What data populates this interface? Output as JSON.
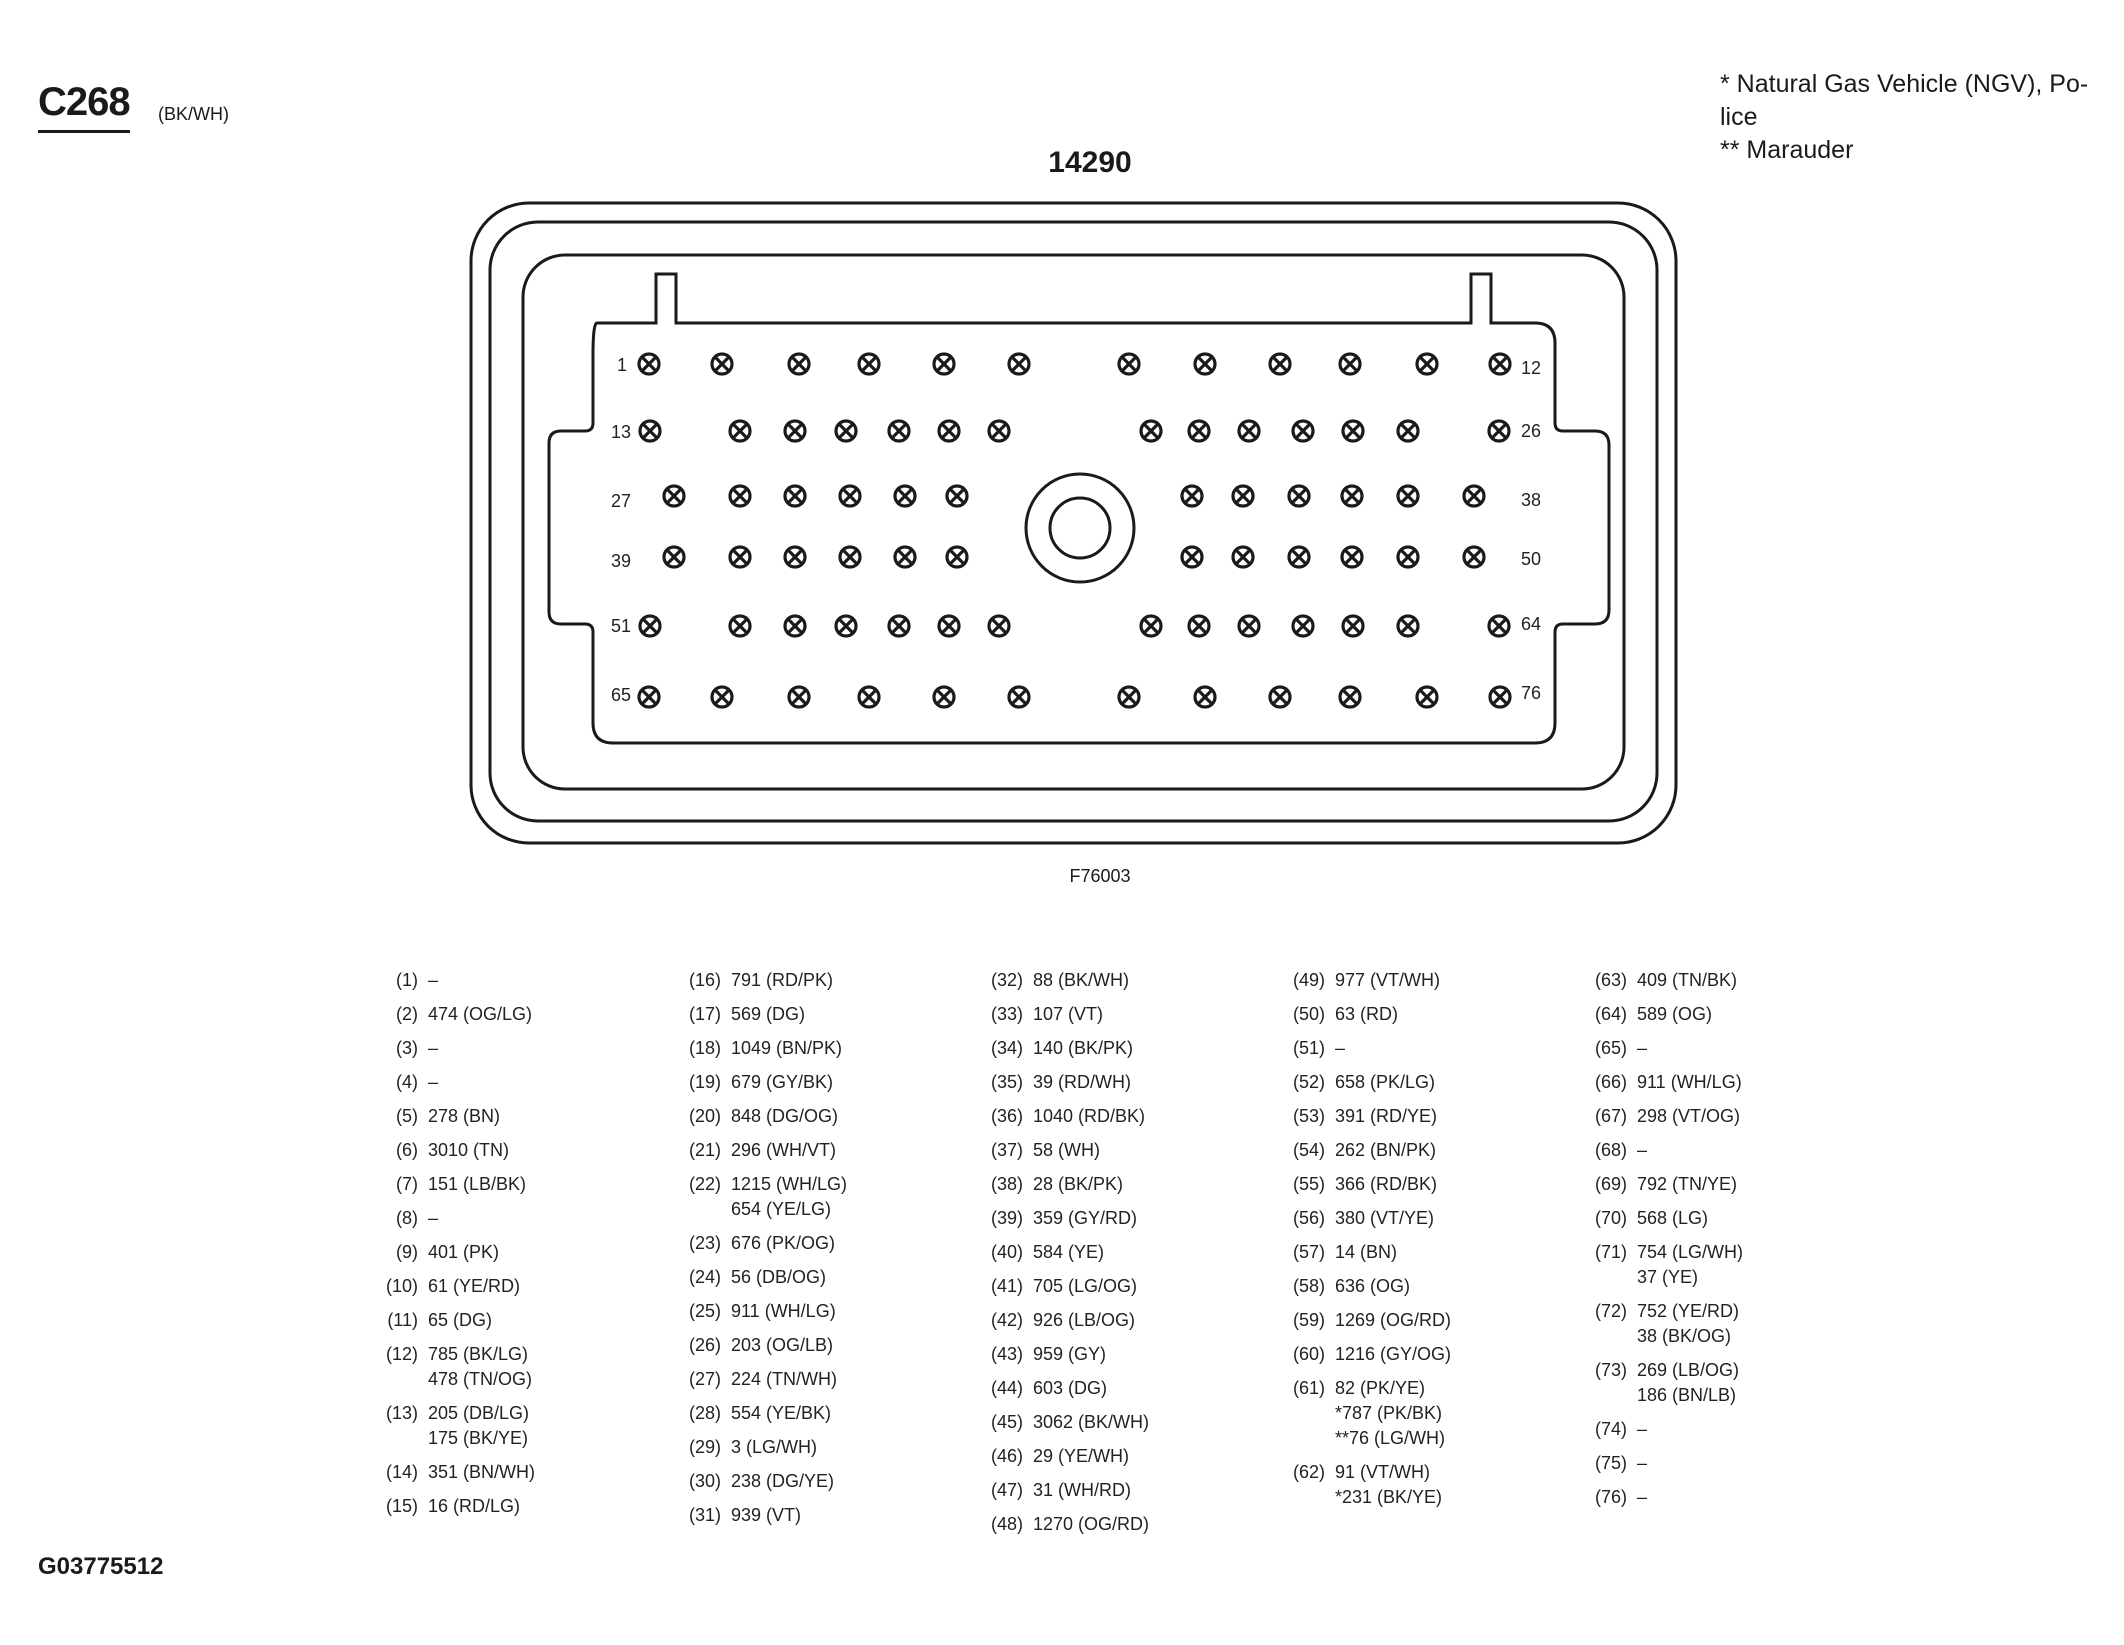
{
  "connector": {
    "code": "C268",
    "color": "(BK/WH)",
    "part_number": "14290",
    "figure_number": "F76003",
    "document_id": "G03775512",
    "footnotes": [
      "* Natural Gas Vehicle (NGV), Po-",
      "lice",
      "** Marauder"
    ],
    "pin_labels": [
      "1",
      "12",
      "13",
      "26",
      "27",
      "38",
      "39",
      "50",
      "51",
      "64",
      "65",
      "76"
    ],
    "outline_icon": "connector-face-outline",
    "pin_icon": "crossed-circle-terminal"
  },
  "pinout": [
    {
      "pin": "(1)",
      "circuits": [
        "–"
      ]
    },
    {
      "pin": "(2)",
      "circuits": [
        "474 (OG/LG)"
      ]
    },
    {
      "pin": "(3)",
      "circuits": [
        "–"
      ]
    },
    {
      "pin": "(4)",
      "circuits": [
        "–"
      ]
    },
    {
      "pin": "(5)",
      "circuits": [
        "278 (BN)"
      ]
    },
    {
      "pin": "(6)",
      "circuits": [
        "3010 (TN)"
      ]
    },
    {
      "pin": "(7)",
      "circuits": [
        "151 (LB/BK)"
      ]
    },
    {
      "pin": "(8)",
      "circuits": [
        "–"
      ]
    },
    {
      "pin": "(9)",
      "circuits": [
        "401 (PK)"
      ]
    },
    {
      "pin": "(10)",
      "circuits": [
        "61 (YE/RD)"
      ]
    },
    {
      "pin": "(11)",
      "circuits": [
        "65 (DG)"
      ]
    },
    {
      "pin": "(12)",
      "circuits": [
        "785 (BK/LG)",
        "478 (TN/OG)"
      ]
    },
    {
      "pin": "(13)",
      "circuits": [
        "205 (DB/LG)",
        "175 (BK/YE)"
      ]
    },
    {
      "pin": "(14)",
      "circuits": [
        "351 (BN/WH)"
      ]
    },
    {
      "pin": "(15)",
      "circuits": [
        "16 (RD/LG)"
      ]
    },
    {
      "pin": "(16)",
      "circuits": [
        "791 (RD/PK)"
      ]
    },
    {
      "pin": "(17)",
      "circuits": [
        "569 (DG)"
      ]
    },
    {
      "pin": "(18)",
      "circuits": [
        "1049 (BN/PK)"
      ]
    },
    {
      "pin": "(19)",
      "circuits": [
        "679 (GY/BK)"
      ]
    },
    {
      "pin": "(20)",
      "circuits": [
        "848 (DG/OG)"
      ]
    },
    {
      "pin": "(21)",
      "circuits": [
        "296 (WH/VT)"
      ]
    },
    {
      "pin": "(22)",
      "circuits": [
        "1215 (WH/LG)",
        "654 (YE/LG)"
      ]
    },
    {
      "pin": "(23)",
      "circuits": [
        "676 (PK/OG)"
      ]
    },
    {
      "pin": "(24)",
      "circuits": [
        "56 (DB/OG)"
      ]
    },
    {
      "pin": "(25)",
      "circuits": [
        "911 (WH/LG)"
      ]
    },
    {
      "pin": "(26)",
      "circuits": [
        "203 (OG/LB)"
      ]
    },
    {
      "pin": "(27)",
      "circuits": [
        "224 (TN/WH)"
      ]
    },
    {
      "pin": "(28)",
      "circuits": [
        "554 (YE/BK)"
      ]
    },
    {
      "pin": "(29)",
      "circuits": [
        "3 (LG/WH)"
      ]
    },
    {
      "pin": "(30)",
      "circuits": [
        "238 (DG/YE)"
      ]
    },
    {
      "pin": "(31)",
      "circuits": [
        "939 (VT)"
      ]
    },
    {
      "pin": "(32)",
      "circuits": [
        "88 (BK/WH)"
      ]
    },
    {
      "pin": "(33)",
      "circuits": [
        "107 (VT)"
      ]
    },
    {
      "pin": "(34)",
      "circuits": [
        "140 (BK/PK)"
      ]
    },
    {
      "pin": "(35)",
      "circuits": [
        "39 (RD/WH)"
      ]
    },
    {
      "pin": "(36)",
      "circuits": [
        "1040 (RD/BK)"
      ]
    },
    {
      "pin": "(37)",
      "circuits": [
        "58 (WH)"
      ]
    },
    {
      "pin": "(38)",
      "circuits": [
        "28 (BK/PK)"
      ]
    },
    {
      "pin": "(39)",
      "circuits": [
        "359 (GY/RD)"
      ]
    },
    {
      "pin": "(40)",
      "circuits": [
        "584 (YE)"
      ]
    },
    {
      "pin": "(41)",
      "circuits": [
        "705 (LG/OG)"
      ]
    },
    {
      "pin": "(42)",
      "circuits": [
        "926 (LB/OG)"
      ]
    },
    {
      "pin": "(43)",
      "circuits": [
        "959 (GY)"
      ]
    },
    {
      "pin": "(44)",
      "circuits": [
        "603 (DG)"
      ]
    },
    {
      "pin": "(45)",
      "circuits": [
        "3062 (BK/WH)"
      ]
    },
    {
      "pin": "(46)",
      "circuits": [
        "29 (YE/WH)"
      ]
    },
    {
      "pin": "(47)",
      "circuits": [
        "31 (WH/RD)"
      ]
    },
    {
      "pin": "(48)",
      "circuits": [
        "1270 (OG/RD)"
      ]
    },
    {
      "pin": "(49)",
      "circuits": [
        "977 (VT/WH)"
      ]
    },
    {
      "pin": "(50)",
      "circuits": [
        "63 (RD)"
      ]
    },
    {
      "pin": "(51)",
      "circuits": [
        "–"
      ]
    },
    {
      "pin": "(52)",
      "circuits": [
        "658 (PK/LG)"
      ]
    },
    {
      "pin": "(53)",
      "circuits": [
        "391 (RD/YE)"
      ]
    },
    {
      "pin": "(54)",
      "circuits": [
        "262 (BN/PK)"
      ]
    },
    {
      "pin": "(55)",
      "circuits": [
        "366 (RD/BK)"
      ]
    },
    {
      "pin": "(56)",
      "circuits": [
        "380 (VT/YE)"
      ]
    },
    {
      "pin": "(57)",
      "circuits": [
        "14 (BN)"
      ]
    },
    {
      "pin": "(58)",
      "circuits": [
        "636 (OG)"
      ]
    },
    {
      "pin": "(59)",
      "circuits": [
        "1269 (OG/RD)"
      ]
    },
    {
      "pin": "(60)",
      "circuits": [
        "1216 (GY/OG)"
      ]
    },
    {
      "pin": "(61)",
      "circuits": [
        "82 (PK/YE)",
        "*787 (PK/BK)",
        "**76 (LG/WH)"
      ]
    },
    {
      "pin": "(62)",
      "circuits": [
        "91 (VT/WH)",
        "*231 (BK/YE)"
      ]
    },
    {
      "pin": "(63)",
      "circuits": [
        "409 (TN/BK)"
      ]
    },
    {
      "pin": "(64)",
      "circuits": [
        "589 (OG)"
      ]
    },
    {
      "pin": "(65)",
      "circuits": [
        "–"
      ]
    },
    {
      "pin": "(66)",
      "circuits": [
        "911 (WH/LG)"
      ]
    },
    {
      "pin": "(67)",
      "circuits": [
        "298 (VT/OG)"
      ]
    },
    {
      "pin": "(68)",
      "circuits": [
        "–"
      ]
    },
    {
      "pin": "(69)",
      "circuits": [
        "792 (TN/YE)"
      ]
    },
    {
      "pin": "(70)",
      "circuits": [
        "568 (LG)"
      ]
    },
    {
      "pin": "(71)",
      "circuits": [
        "754 (LG/WH)",
        "37 (YE)"
      ]
    },
    {
      "pin": "(72)",
      "circuits": [
        "752 (YE/RD)",
        "38 (BK/OG)"
      ]
    },
    {
      "pin": "(73)",
      "circuits": [
        "269 (LB/OG)",
        "186 (BN/LB)"
      ]
    },
    {
      "pin": "(74)",
      "circuits": [
        "–"
      ]
    },
    {
      "pin": "(75)",
      "circuits": [
        "–"
      ]
    },
    {
      "pin": "(76)",
      "circuits": [
        "–"
      ]
    }
  ]
}
